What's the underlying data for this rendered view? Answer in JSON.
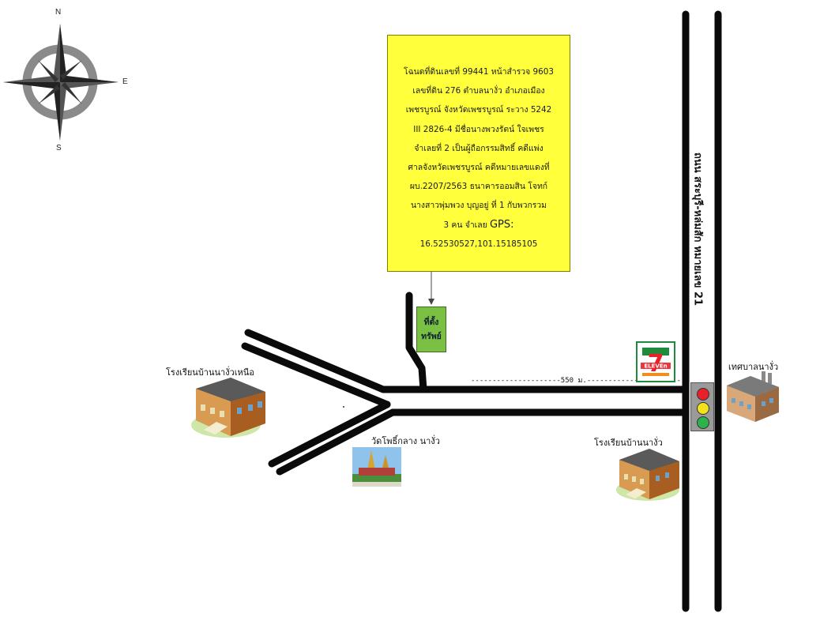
{
  "compass": {
    "north": "N",
    "east": "E",
    "south": "S",
    "icon": "compass-rose-icon"
  },
  "note": {
    "lines": [
      "โฉนดที่ดินเลขที่ 99441 หน้าสำรวจ 9603",
      "เลขที่ดิน 276 ตำบลนางั่ว อำเภอเมือง",
      "เพชรบูรณ์ จังหวัดเพชรบูรณ์ ระวาง 5242",
      "III 2826-4 มีชื่อนางพวงรัตน์ ใจเพชร",
      "จำเลยที่ 2 เป็นผู้ถือกรรมสิทธิ์ คดีแพ่ง",
      "ศาลจังหวัดเพชรบูรณ์ คดีหมายเลขแดงที่",
      "ผบ.2207/2563 ธนาคารออมสิน โจทก์",
      "นางสาวพุ่มพวง บุญอยู่ ที่ 1 กับพวกรวม"
    ],
    "last_line_prefix": "3 คน จำเลย",
    "gps_label": "GPS:",
    "gps_value": "16.52530527,101.15185105",
    "color": "#ffff3b"
  },
  "property": {
    "line1": "ที่ตั้ง",
    "line2": "ทรัพย์",
    "color": "#7ac143"
  },
  "road_name": "ถนน สระบุรี-หล่มสัก หมายเลข 21",
  "distance_label": "---------------------550 ม.-----------------------",
  "landmarks": {
    "school_north": "โรงเรียนบ้านนางั่วเหนือ",
    "temple": "วัดโพธิ์กลาง นางั่ว",
    "school": "โรงเรียนบ้านนางั่ว",
    "municipality": "เทศบาลนางั่ว"
  },
  "store": {
    "brand_text": "ELEVEn",
    "numeral": "7",
    "icon": "seven-eleven-logo-icon"
  },
  "traffic_light": {
    "icon": "traffic-light-icon",
    "colors": [
      "#e8202a",
      "#f2e21c",
      "#2bb34a"
    ]
  },
  "road_color": "#0a0a0a"
}
